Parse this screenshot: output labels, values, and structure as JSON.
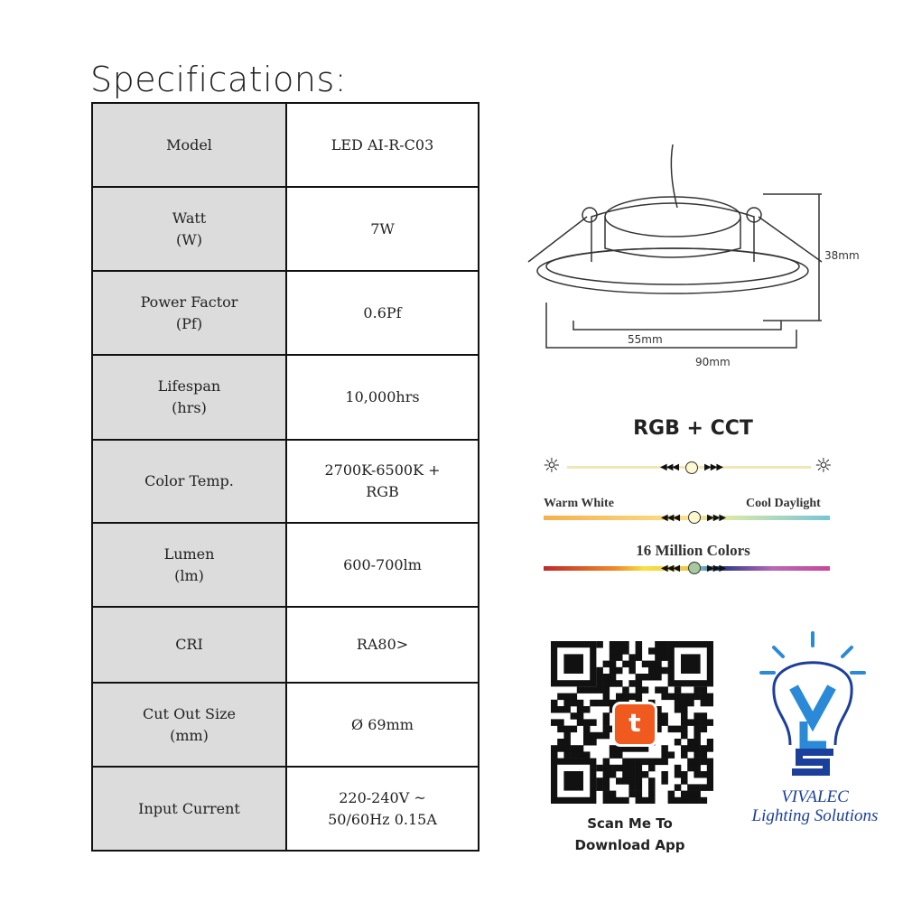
{
  "title": "Specifications:",
  "specs": [
    {
      "label": [
        "Model"
      ],
      "value": [
        "LED AI-R-C03"
      ]
    },
    {
      "label": [
        "Watt",
        "(W)"
      ],
      "value": [
        "7W"
      ]
    },
    {
      "label": [
        "Power Factor",
        "(Pf)"
      ],
      "value": [
        "0.6Pf"
      ]
    },
    {
      "label": [
        "Lifespan",
        "(hrs)"
      ],
      "value": [
        "10,000hrs"
      ]
    },
    {
      "label": [
        "Color Temp."
      ],
      "value": [
        "2700K-6500K +",
        "RGB"
      ]
    },
    {
      "label": [
        "Lumen",
        "(lm)"
      ],
      "value": [
        "600-700lm"
      ]
    },
    {
      "label": [
        "CRI"
      ],
      "value": [
        "RA80>"
      ]
    },
    {
      "label": [
        "Cut Out Size",
        "(mm)"
      ],
      "value": [
        "Ø 69mm"
      ]
    },
    {
      "label": [
        "Input Current"
      ],
      "value": [
        "220-240V ~",
        "50/60Hz 0.15A"
      ]
    }
  ],
  "diagram": {
    "height": "38mm",
    "inner": "55mm",
    "outer": "90mm"
  },
  "color": {
    "title": "RGB + CCT",
    "warm": "Warm White",
    "cool": "Cool Daylight",
    "million": "16 Million Colors",
    "arrows_left": "◀◀◀",
    "arrows_right": "▶▶▶"
  },
  "qr": {
    "caption_1": "Scan Me To",
    "caption_2": "Download App",
    "app_icon": "t"
  },
  "brand": {
    "logo_letters": "VLS",
    "name": "VIVALEC",
    "tagline": "Lighting Solutions",
    "color": "#1b3f9b"
  }
}
